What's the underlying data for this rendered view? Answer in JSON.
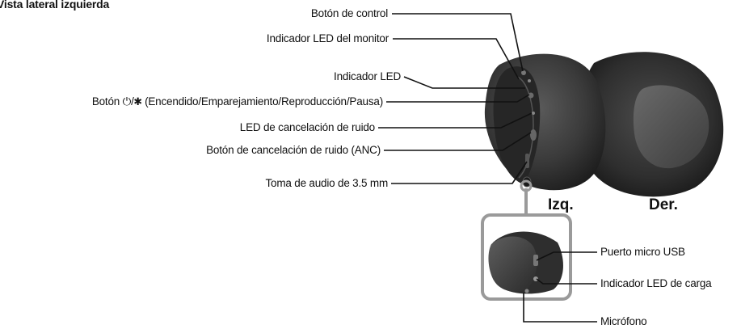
{
  "title": "Vista lateral izquierda",
  "labels": {
    "control_button": "Botón de control",
    "monitor_led": "Indicador LED del monitor",
    "led_indicator": "Indicador LED",
    "power_button": "Botón ⏻/✱ (Encendido/Emparejamiento/Reproducción/Pausa)",
    "nc_led": "LED de cancelación de ruido",
    "anc_button": "Botón de cancelación de ruido (ANC)",
    "audio_jack": "Toma de audio de 3.5 mm",
    "micro_usb": "Puerto micro USB",
    "charge_led": "Indicador LED de carga",
    "microphone": "Micrófono"
  },
  "sides": {
    "left": "Izq.",
    "right": "Der."
  },
  "colors": {
    "earcup_dark": "#2b2b2b",
    "earcup_mid": "#4a4a4a",
    "cushion": "#333333",
    "inset_frame": "#9a9a9a",
    "leader": "#111111"
  }
}
